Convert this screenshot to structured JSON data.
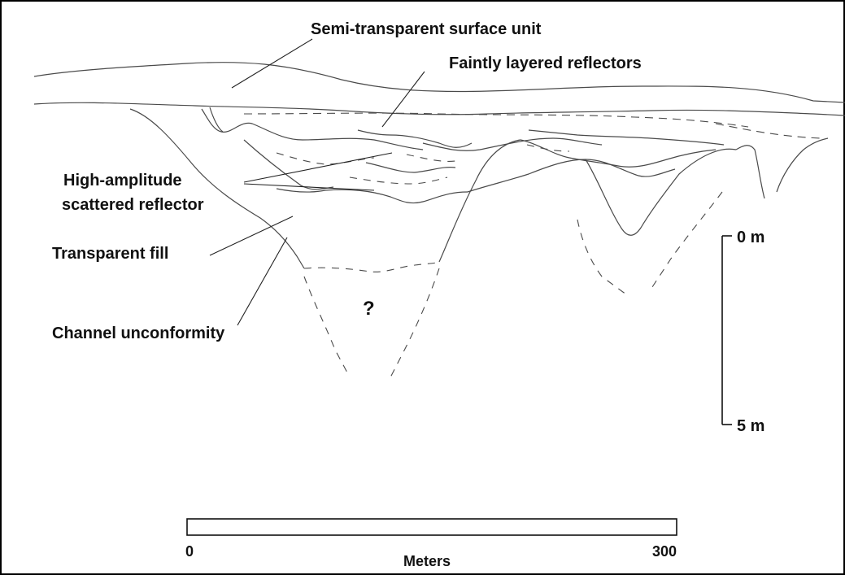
{
  "labels": {
    "surface_unit": "Semi-transparent surface unit",
    "faint_reflectors": "Faintly layered reflectors",
    "high_amp_line1": "High-amplitude",
    "high_amp_line2": "scattered reflector",
    "transparent_fill": "Transparent fill",
    "channel_unconformity": "Channel unconformity",
    "question_mark": "?"
  },
  "vertical_scale": {
    "top_label": "0 m",
    "bottom_label": "5 m"
  },
  "horizontal_scale": {
    "left_label": "0",
    "right_label": "300",
    "title": "Meters"
  },
  "colors": {
    "line": "#4a4a4a",
    "text": "#111111",
    "frame": "#000000"
  }
}
